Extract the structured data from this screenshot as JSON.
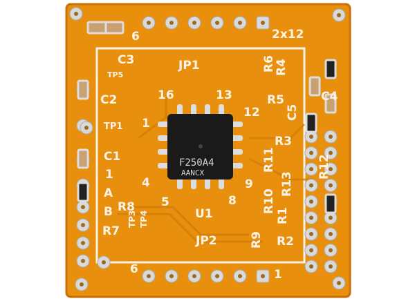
{
  "colors": {
    "board": "#e8900e",
    "board_edge": "#c96f05",
    "pad": "#d9d9d9",
    "chip": "#1a1a1a",
    "silkscreen": "#fbf3e6"
  },
  "chip": {
    "line1": "F250A4",
    "line2": "AANCX"
  },
  "labels": {
    "c3": "C3",
    "tp5": "TP5",
    "jp1": "JP1",
    "pin16": "16",
    "pin13": "13",
    "pin12": "12",
    "pin1": "1",
    "c2": "C2",
    "tp1": "TP1",
    "c1": "C1",
    "one_left": "1",
    "a": "A",
    "b": "B",
    "r8": "R8",
    "r7": "R7",
    "tp3": "TP3",
    "tp4": "TP4",
    "pin4": "4",
    "pin5": "5",
    "u1": "U1",
    "pin8": "8",
    "pin9": "9",
    "jp2": "JP2",
    "six_top": "6",
    "six_bottom": "6",
    "one_bottom": "1",
    "header": "2x12",
    "r6": "R6",
    "r4": "R4",
    "r5": "R5",
    "c5": "C5",
    "c4": "C4",
    "r3": "R3",
    "r11": "R11",
    "r10": "R10",
    "r13": "R13",
    "r12": "R12",
    "r9": "R9",
    "r1": "R1",
    "r2": "R2"
  }
}
